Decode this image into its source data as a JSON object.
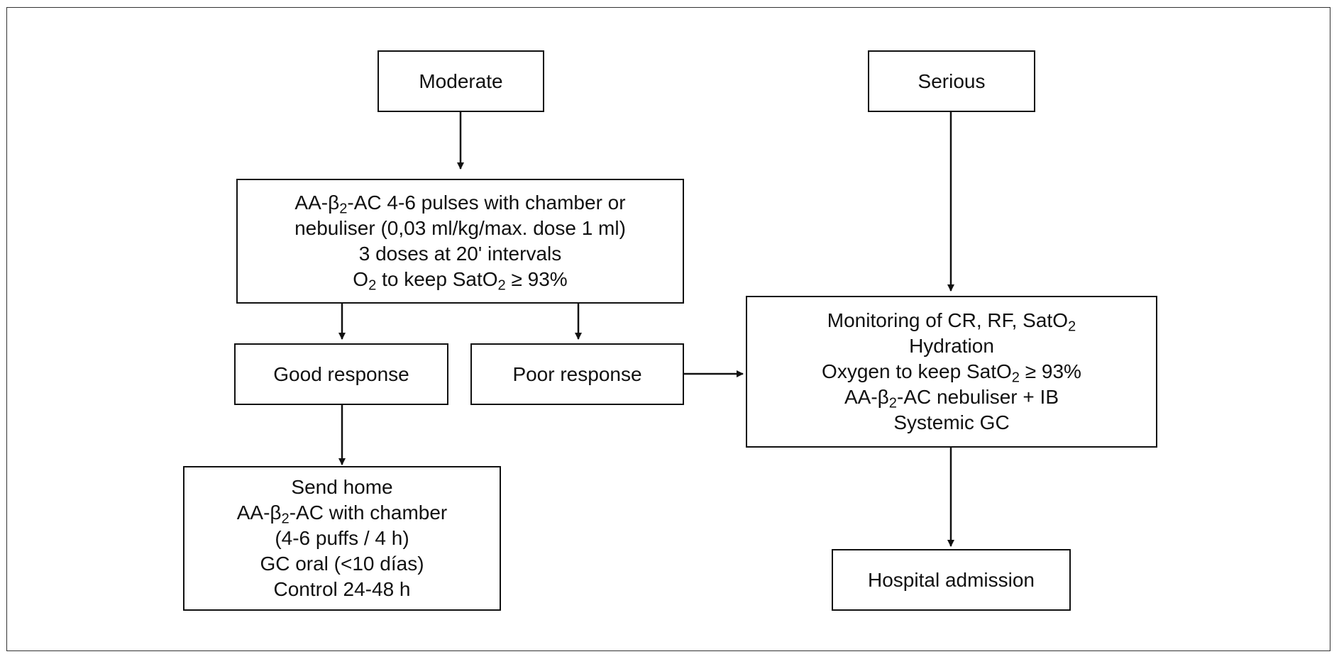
{
  "diagram": {
    "moderate": {
      "label": "Moderate"
    },
    "serious": {
      "label": "Serious"
    },
    "initial_treatment": {
      "line1_a": "AA-β",
      "line1_sub": "2",
      "line1_b": "-AC 4-6 pulses with chamber or",
      "line2": "nebuliser (0,03 ml/kg/max. dose 1 ml)",
      "line3": "3 doses at 20' intervals",
      "line4_a": "O",
      "line4_sub": "2",
      "line4_b": " to keep SatO",
      "line4_sub2": "2",
      "line4_c": " ≥ 93%"
    },
    "good_response": {
      "label": "Good response"
    },
    "poor_response": {
      "label": "Poor response"
    },
    "monitoring": {
      "line1_a": "Monitoring of CR, RF, SatO",
      "line1_sub": "2",
      "line2": "Hydration",
      "line3_a": "Oxygen to keep SatO",
      "line3_sub": "2",
      "line3_b": " ≥ 93%",
      "line4_a": "AA-β",
      "line4_sub": "2",
      "line4_b": "-AC nebuliser + IB",
      "line5": "Systemic GC"
    },
    "send_home": {
      "line1": "Send home",
      "line2_a": "AA-β",
      "line2_sub": "2",
      "line2_b": "-AC with chamber",
      "line3": "(4-6 puffs / 4 h)",
      "line4": "GC oral (<10 días)",
      "line5": "Control 24-48 h"
    },
    "hospital_admission": {
      "label": "Hospital admission"
    }
  }
}
